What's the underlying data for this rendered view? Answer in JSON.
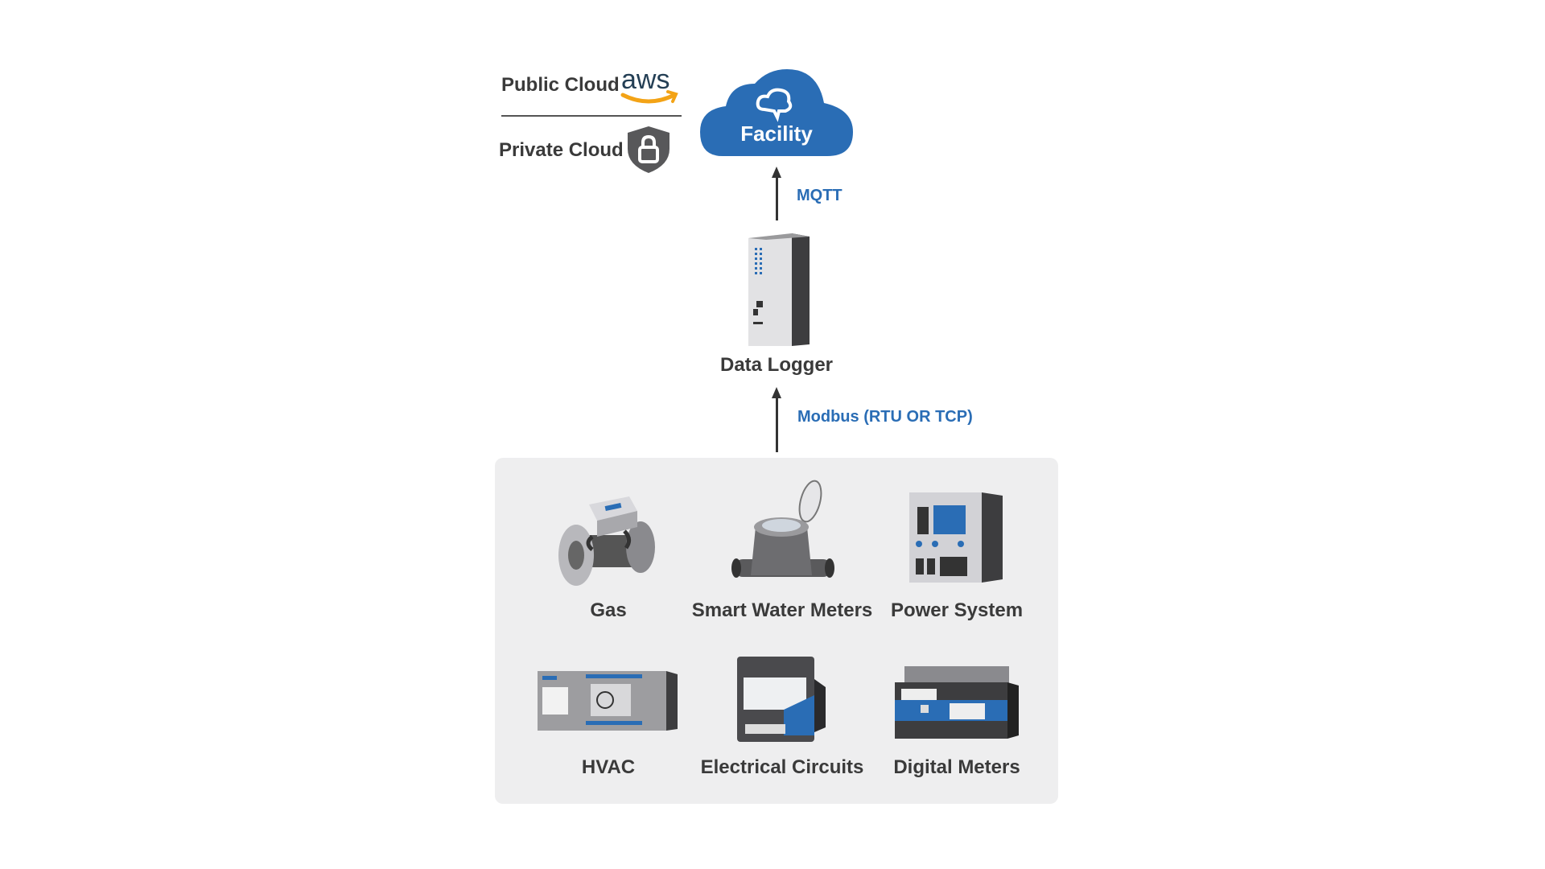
{
  "cloud_options": {
    "public_label": "Public Cloud",
    "public_logo": "aws",
    "private_label": "Private Cloud",
    "private_icon": "shield-lock-icon"
  },
  "facility": {
    "label": "Facility",
    "icon": "cloud-chat-icon",
    "color": "#2a6db5"
  },
  "links": {
    "top": "MQTT",
    "bottom": "Modbus (RTU OR TCP)"
  },
  "data_logger": {
    "label": "Data Logger"
  },
  "devices": [
    {
      "label": "Gas"
    },
    {
      "label": "Smart Water Meters"
    },
    {
      "label": "Power System"
    },
    {
      "label": "HVAC"
    },
    {
      "label": "Electrical Circuits"
    },
    {
      "label": "Digital Meters"
    }
  ]
}
